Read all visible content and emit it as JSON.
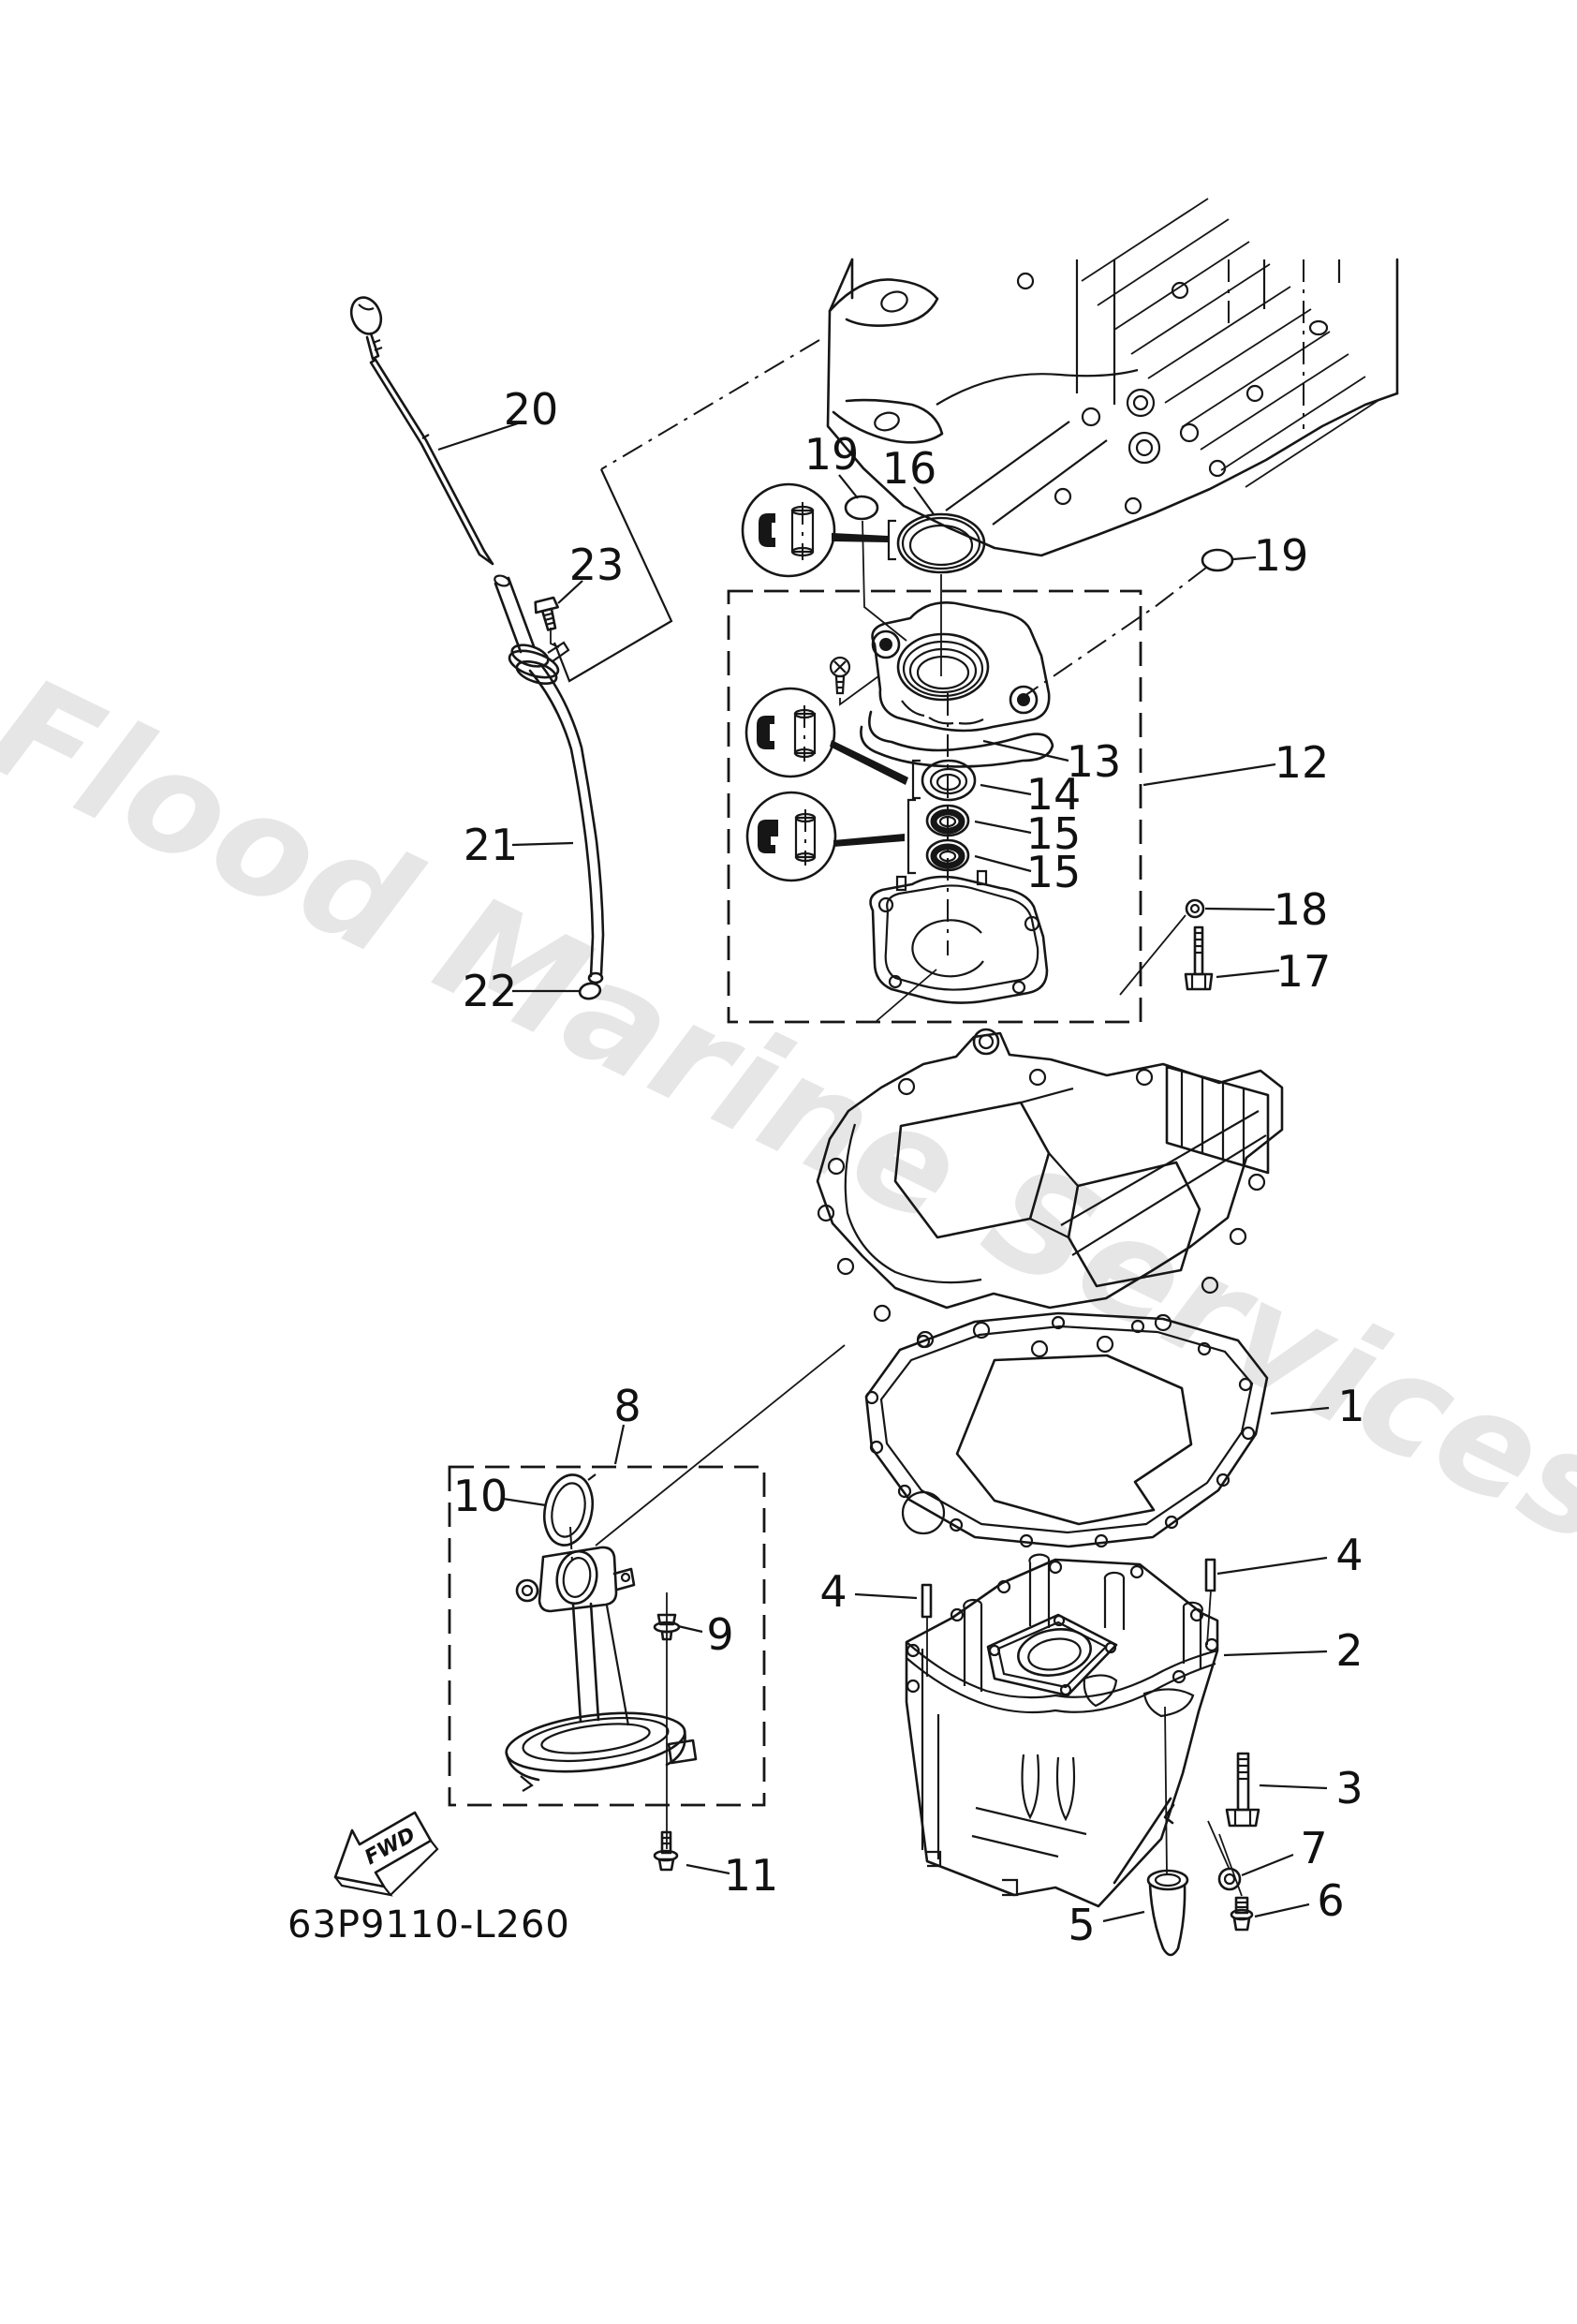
{
  "diagram": {
    "watermark_text": "Flood Marine Services",
    "drawing_number": "63P9110-L260",
    "fwd_label": "FWD",
    "line_color": "#161616",
    "watermark_color": "#e6e6e6",
    "callouts": [
      {
        "text": "20"
      },
      {
        "text": "23"
      },
      {
        "text": "19"
      },
      {
        "text": "16"
      },
      {
        "text": "19"
      },
      {
        "text": "13"
      },
      {
        "text": "12"
      },
      {
        "text": "14"
      },
      {
        "text": "15"
      },
      {
        "text": "15"
      },
      {
        "text": "18"
      },
      {
        "text": "17"
      },
      {
        "text": "21"
      },
      {
        "text": "22"
      },
      {
        "text": "1"
      },
      {
        "text": "8"
      },
      {
        "text": "10"
      },
      {
        "text": "9"
      },
      {
        "text": "11"
      },
      {
        "text": "4"
      },
      {
        "text": "4"
      },
      {
        "text": "2"
      },
      {
        "text": "3"
      },
      {
        "text": "7"
      },
      {
        "text": "6"
      },
      {
        "text": "5"
      }
    ]
  }
}
